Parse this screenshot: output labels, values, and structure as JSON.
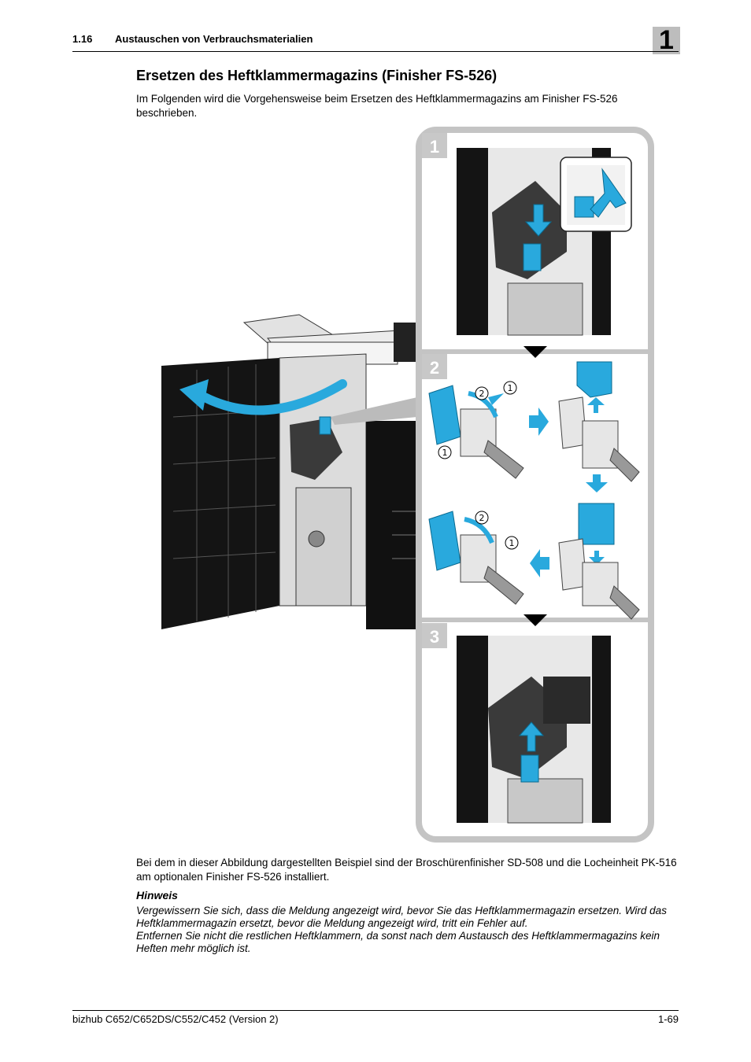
{
  "header": {
    "section_number": "1.16",
    "section_title": "Austauschen von Verbrauchsmaterialien",
    "chapter_number": "1"
  },
  "title": "Ersetzen des Heftklammermagazins (Finisher FS-526)",
  "intro": "Im Folgenden wird die Vorgehensweise beim Ersetzen des Heftklammermagazins am Finisher FS-526 beschrieben.",
  "figure": {
    "steps": [
      "1",
      "2",
      "3"
    ],
    "markers": [
      "①",
      "②"
    ]
  },
  "after_figure": "Bei dem in dieser Abbildung dargestellten Beispiel sind der Broschürenfinisher SD-508 und die Locheinheit PK-516 am optionalen Finisher FS-526 installiert.",
  "note": {
    "heading": "Hinweis",
    "lines": [
      "Vergewissern Sie sich, dass die Meldung angezeigt wird, bevor Sie das Heftklammermagazin ersetzen. Wird das Heftklammermagazin ersetzt, bevor die Meldung angezeigt wird, tritt ein Fehler auf.",
      "Entfernen Sie nicht die restlichen Heftklammern, da sonst nach dem Austausch des Heftklammermagazins kein Heften mehr möglich ist."
    ]
  },
  "footer": {
    "left": "bizhub C652/C652DS/C552/C452 (Version 2)",
    "right": "1-69"
  },
  "colors": {
    "accent_cyan": "#29a9dd",
    "step_tab": "#c8c8c8",
    "frame": "#c4c4c4"
  }
}
